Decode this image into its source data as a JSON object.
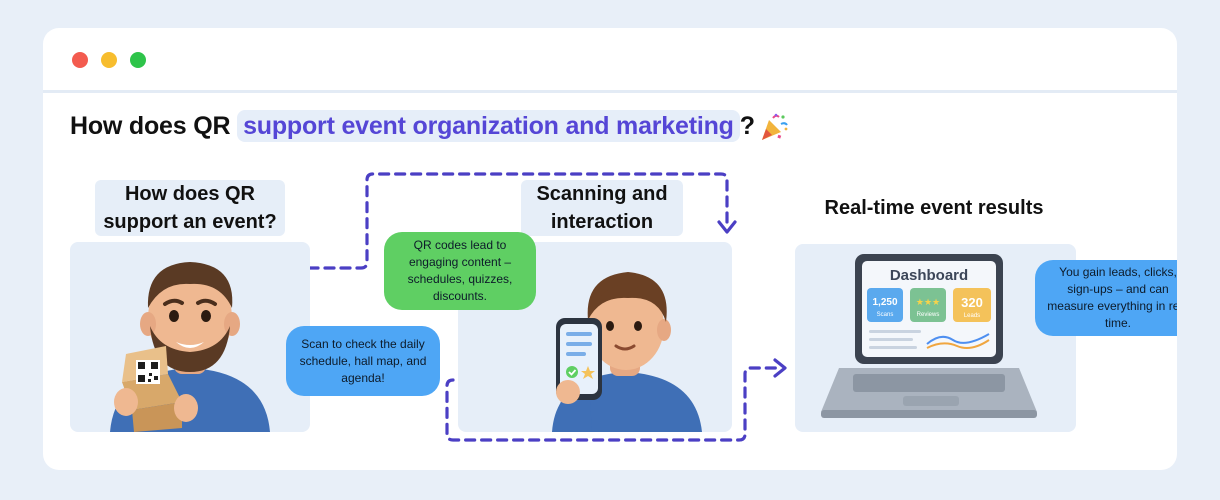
{
  "window": {
    "controls": [
      {
        "name": "close",
        "color": "#f35b4f"
      },
      {
        "name": "minimize",
        "color": "#f7bd2e"
      },
      {
        "name": "maximize",
        "color": "#2ec44a"
      }
    ]
  },
  "heading": {
    "prefix": "How does QR ",
    "highlight": "support event organization and marketing",
    "suffix": "?",
    "emoji_icon": "party-popper-icon"
  },
  "steps": [
    {
      "label": "How does QR support an event?",
      "illustration": "man-holding-qr-box",
      "bubble": "Scan to check the daily schedule, hall map, and agenda!"
    },
    {
      "label": "Scanning and interaction",
      "illustration": "man-holding-phone",
      "bubble": "QR codes lead to engaging content – schedules, quizzes, discounts."
    },
    {
      "label": "Real-time event results",
      "illustration": "laptop-dashboard",
      "bubble": "You gain leads, clicks, sign-ups – and can measure everything in real time."
    }
  ],
  "dashboard": {
    "title": "Dashboard",
    "tiles": [
      {
        "value": "1,250",
        "caption": "Scans",
        "color": "#5aa9ee"
      },
      {
        "value": "★★★",
        "caption": "Reviews",
        "color": "#7cc293"
      },
      {
        "value": "320",
        "caption": "Leads",
        "color": "#f4c25a"
      }
    ]
  },
  "colors": {
    "accent": "#5546d6",
    "flow_line": "#4b3fc4",
    "bubble_blue": "#4ea6f5",
    "bubble_green": "#5fcf63",
    "panel": "#e6eef8"
  }
}
